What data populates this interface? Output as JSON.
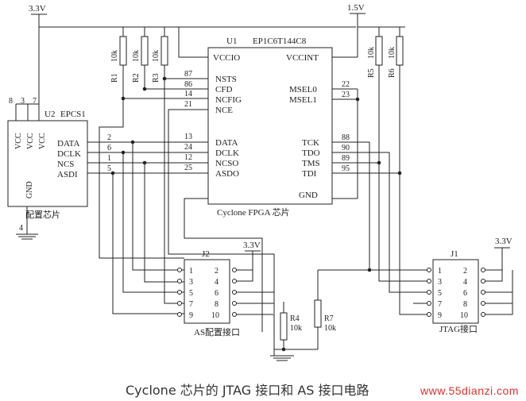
{
  "rails": {
    "v33": "3.3V",
    "v15": "1.5V"
  },
  "fpga": {
    "name": "EP1C6T144C8",
    "ref": "U1",
    "caption": "Cyclone FPGA 芯片",
    "left_pins": [
      [
        "87",
        "NSTS"
      ],
      [
        "86",
        "CFD"
      ],
      [
        "14",
        "NCFIG"
      ],
      [
        "21",
        "NCE"
      ],
      [
        "13",
        "DATA"
      ],
      [
        "24",
        "DCLK"
      ],
      [
        "12",
        "NCSO"
      ],
      [
        "25",
        "ASDO"
      ]
    ],
    "top_labels": [
      "VCCIO",
      "VCCINT"
    ],
    "right_pins": [
      [
        "22",
        "MSEL0"
      ],
      [
        "23",
        "MSEL1"
      ],
      [
        "88",
        "TCK"
      ],
      [
        "90",
        "TDO"
      ],
      [
        "89",
        "TMS"
      ],
      [
        "95",
        "TDI"
      ]
    ],
    "gnd": "GND"
  },
  "epcs": {
    "ref": "U2",
    "name": "EPCS1",
    "caption": "配置芯片",
    "vcc_pins": [
      "8",
      "3",
      "7"
    ],
    "vcc_label": "VCC",
    "gnd_pin": "4",
    "gnd": "GND",
    "pins": [
      [
        "2",
        "DATA"
      ],
      [
        "6",
        "DCLK"
      ],
      [
        "1",
        "NCS"
      ],
      [
        "5",
        "ASDI"
      ]
    ]
  },
  "resistors": [
    {
      "ref": "R1",
      "val": "10k"
    },
    {
      "ref": "R2",
      "val": "10k"
    },
    {
      "ref": "R3",
      "val": "10k"
    },
    {
      "ref": "R5",
      "val": "10k"
    },
    {
      "ref": "R6",
      "val": "10k"
    },
    {
      "ref": "R4",
      "val": "10k"
    },
    {
      "ref": "R7",
      "val": "10k"
    }
  ],
  "j2": {
    "ref": "J2",
    "rail": "3.3V",
    "caption": "AS配置接口",
    "pins": [
      "1",
      "2",
      "3",
      "4",
      "5",
      "6",
      "7",
      "8",
      "9",
      "10"
    ]
  },
  "j1": {
    "ref": "J1",
    "rail": "3.3V",
    "caption": "JTAG接口",
    "pins": [
      "1",
      "2",
      "3",
      "4",
      "5",
      "6",
      "7",
      "8",
      "9",
      "10"
    ]
  },
  "caption": "Cyclone 芯片的 JTAG 接口和 AS 接口电路",
  "watermark": "www.55dianzi.com"
}
